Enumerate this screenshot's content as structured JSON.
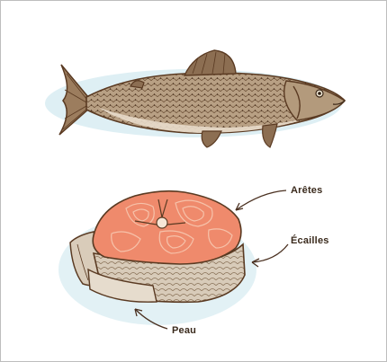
{
  "labels": {
    "aretes": "Arêtes",
    "ecailles": "Écailles",
    "peau": "Peau"
  },
  "colors": {
    "outline": "#5a3a22",
    "fish_body": "#a78a6a",
    "fish_belly": "#e9dccb",
    "flesh": "#ef8a6c",
    "flesh_light": "#f6b59a",
    "skin": "#c9b8a3",
    "wash": "#cfe6ee"
  }
}
